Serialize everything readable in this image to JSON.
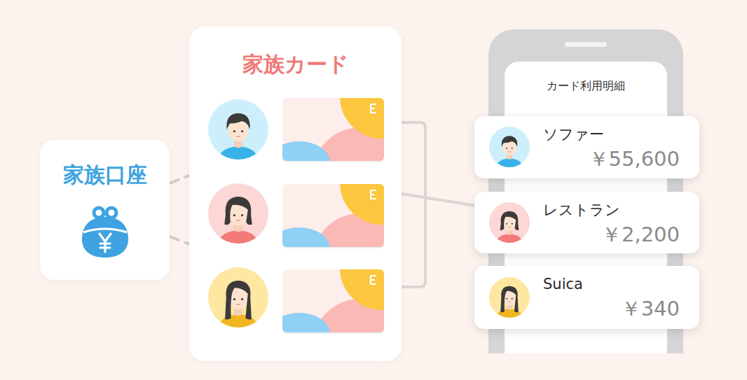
{
  "diagram": {
    "nodes": [
      {
        "text": [
          "家族口座"
        ]
      },
      {
        "text": [
          "家族カード"
        ]
      },
      {
        "text": [
          "カード利用明細"
        ]
      },
      {
        "text": [
          "ソファー",
          "￥55,600"
        ],
        "in": 2
      },
      {
        "text": [
          "レストラン",
          "￥2,200"
        ],
        "in": 2
      },
      {
        "text": [
          "Suica",
          "￥340"
        ],
        "in": 2
      }
    ],
    "edges": [
      {
        "from": 0,
        "to": 1,
        "arrow": "none"
      },
      {
        "from": 0,
        "to": 1,
        "arrow": "none"
      },
      {
        "from": 1,
        "to": 2,
        "arrow": "to"
      }
    ]
  }
}
